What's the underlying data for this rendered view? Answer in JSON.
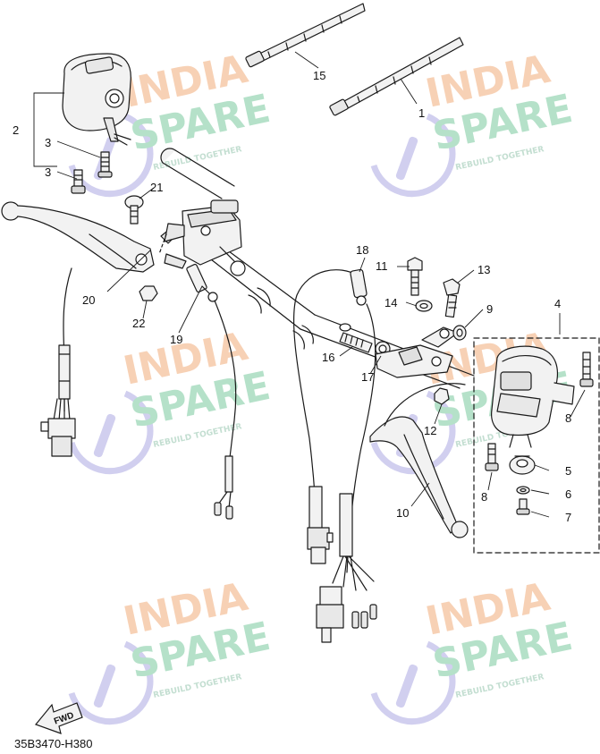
{
  "callouts": {
    "c1": "1",
    "c2": "2",
    "c3a": "3",
    "c3b": "3",
    "c4": "4",
    "c5": "5",
    "c6": "6",
    "c7": "7",
    "c8a": "8",
    "c8b": "8",
    "c9": "9",
    "c10": "10",
    "c11": "11",
    "c12": "12",
    "c13": "13",
    "c14": "14",
    "c15": "15",
    "c16": "16",
    "c17": "17",
    "c18": "18",
    "c19": "19",
    "c20": "20",
    "c21": "21",
    "c22": "22"
  },
  "fwd_label": "FWD",
  "footer_code": "35B3470-H380",
  "watermark": {
    "line1": "INDIA",
    "line2": "SPARE",
    "tagline": "REBUILD TOGETHER",
    "colors": {
      "india": "#f6c9a8",
      "spare": "#a8dcc0",
      "tagline": "#b9d9c9",
      "icon": "#c9c7ec"
    }
  },
  "colors": {
    "line": "#1a1a1a",
    "part_fill": "#f2f2f2",
    "shade": "#bdbdbd"
  }
}
